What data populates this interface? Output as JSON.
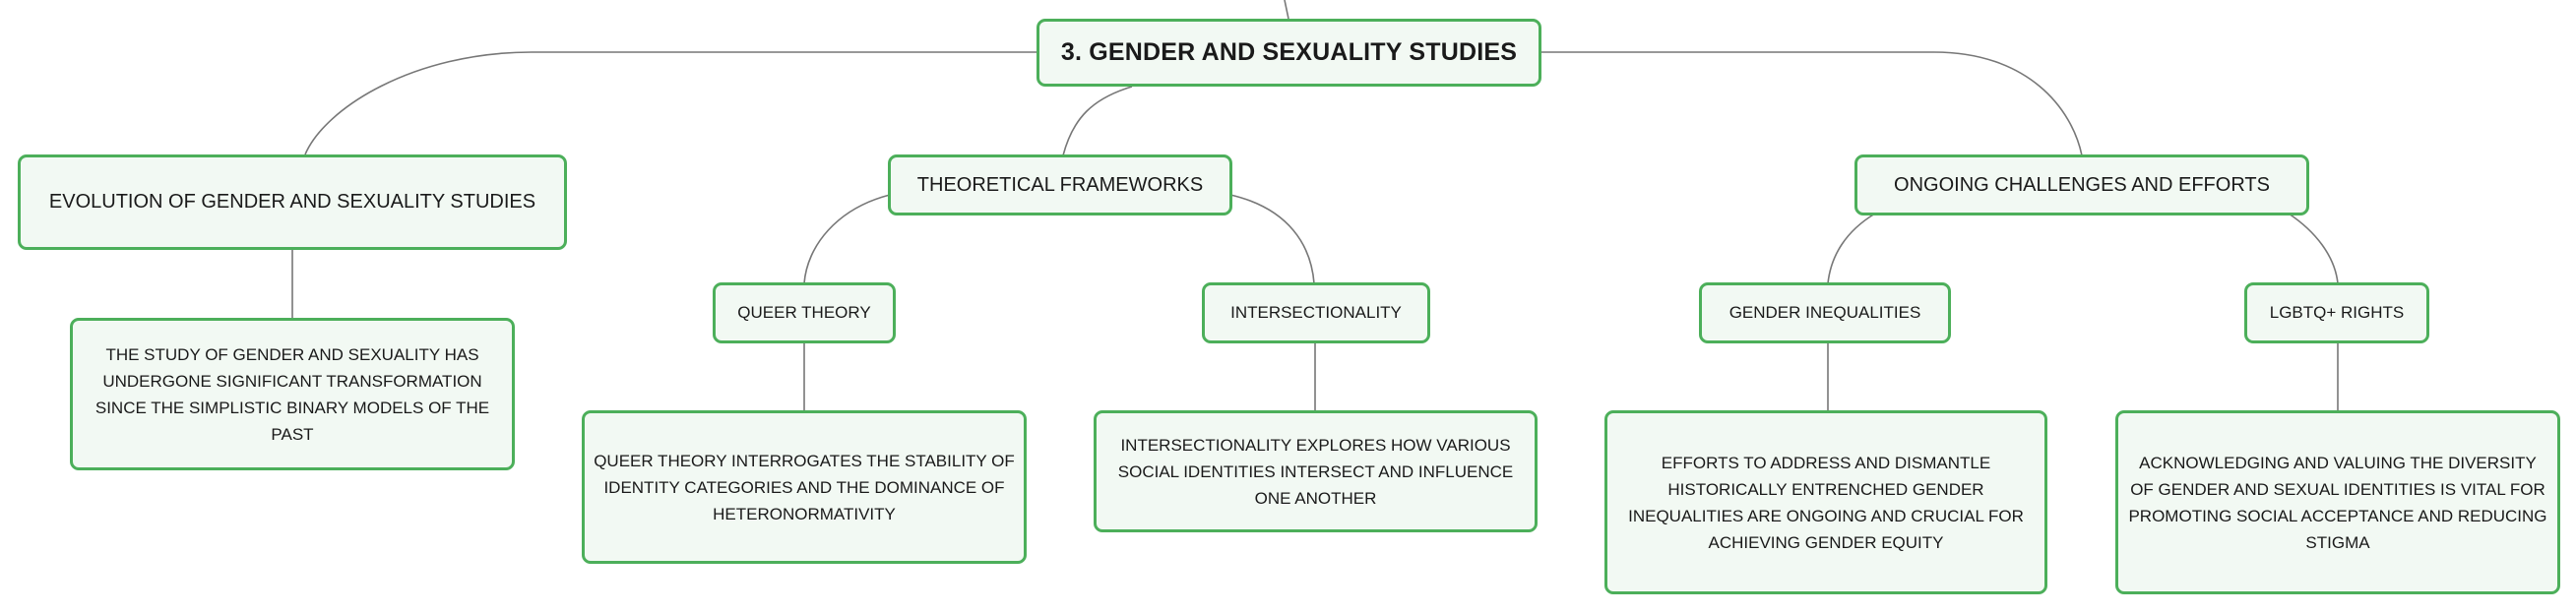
{
  "diagram": {
    "root": {
      "label": "3. GENDER AND SEXUALITY STUDIES"
    },
    "branches": [
      {
        "label": "EVOLUTION OF GENDER AND SEXUALITY STUDIES",
        "details": [
          "THE STUDY OF GENDER AND SEXUALITY HAS UNDERGONE SIGNIFICANT TRANSFORMATION SINCE THE SIMPLISTIC BINARY MODELS OF THE PAST"
        ]
      },
      {
        "label": "THEORETICAL FRAMEWORKS",
        "topics": [
          {
            "label": "QUEER THEORY",
            "detail": "QUEER THEORY INTERROGATES THE STABILITY OF IDENTITY CATEGORIES AND THE DOMINANCE OF HETERONORMATIVITY"
          },
          {
            "label": "INTERSECTIONALITY",
            "detail": "INTERSECTIONALITY EXPLORES HOW VARIOUS SOCIAL IDENTITIES INTERSECT AND INFLUENCE ONE ANOTHER"
          }
        ]
      },
      {
        "label": "ONGOING CHALLENGES AND EFFORTS",
        "topics": [
          {
            "label": "GENDER INEQUALITIES",
            "detail": "EFFORTS TO ADDRESS AND DISMANTLE HISTORICALLY ENTRENCHED GENDER INEQUALITIES ARE ONGOING AND CRUCIAL FOR ACHIEVING GENDER EQUITY"
          },
          {
            "label": "LGBTQ+ RIGHTS",
            "detail": "ACKNOWLEDGING AND VALUING THE DIVERSITY OF GENDER AND SEXUAL IDENTITIES IS VITAL FOR PROMOTING SOCIAL ACCEPTANCE AND REDUCING STIGMA"
          }
        ]
      }
    ]
  },
  "colors": {
    "border": "#4caf5a",
    "fill": "#f2f9f3",
    "line": "#777777",
    "text": "#1a1a1a"
  }
}
